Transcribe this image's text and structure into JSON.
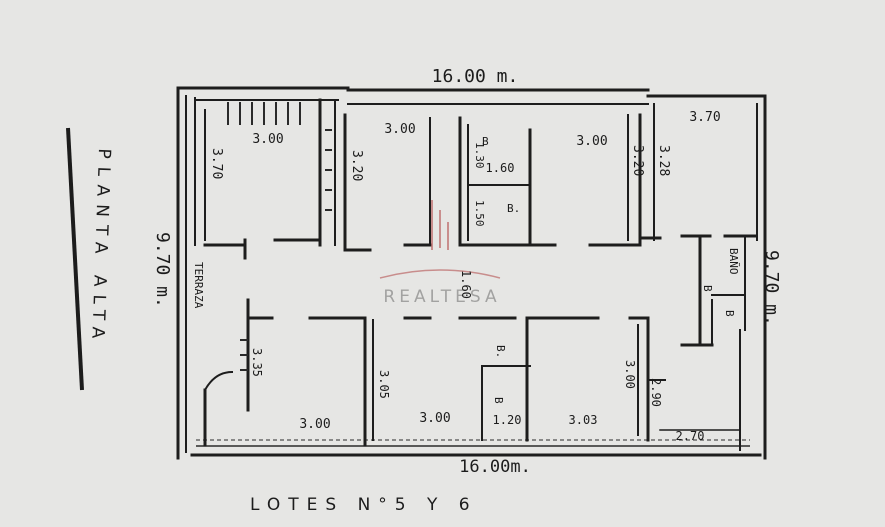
{
  "plan": {
    "top_width": "16.00 m.",
    "bottom_width": "16.00m.",
    "left_height": "9.70 m.",
    "right_height": "9.70 m.",
    "side_title": "PLANTA ALTA",
    "bottom_title": "LOTES N°5  Y  6",
    "watermark_brand": "REALTESA",
    "terrace_label": "TERRAZA",
    "bath_label": "BAÑO",
    "rooms": {
      "r1_w": "3.00",
      "r1_h": "3.70",
      "r2_w": "3.00",
      "r2_h": "3.20",
      "b1": "B",
      "d130": "1.30",
      "d160": "1.60",
      "d150": "1.50",
      "b2": "B.",
      "r3_w": "3.00",
      "r3_h": "3.20",
      "d328": "3.28",
      "d370": "3.70",
      "d160b": "1.60",
      "d335": "3.35",
      "r5_w": "3.00",
      "d305": "3.05",
      "r6_w": "3.00",
      "b3": "B.",
      "b4": "B",
      "d120": "1.20",
      "d303": "3.03",
      "d300": "3.00",
      "d290": "2.90",
      "d270": "2.70",
      "b5": "B",
      "b6": "B"
    }
  }
}
